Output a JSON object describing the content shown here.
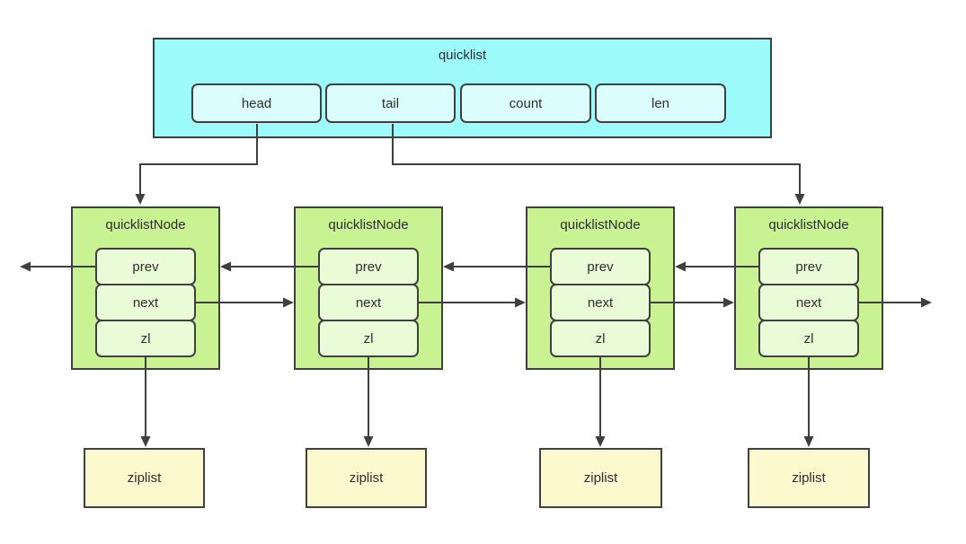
{
  "quicklist": {
    "title": "quicklist",
    "fields": [
      "head",
      "tail",
      "count",
      "len"
    ]
  },
  "nodes": [
    {
      "title": "quicklistNode",
      "fields": [
        "prev",
        "next",
        "zl"
      ]
    },
    {
      "title": "quicklistNode",
      "fields": [
        "prev",
        "next",
        "zl"
      ]
    },
    {
      "title": "quicklistNode",
      "fields": [
        "prev",
        "next",
        "zl"
      ]
    },
    {
      "title": "quicklistNode",
      "fields": [
        "prev",
        "next",
        "zl"
      ]
    }
  ],
  "ziplists": [
    "ziplist",
    "ziplist",
    "ziplist",
    "ziplist"
  ],
  "edges": [
    {
      "from": "quicklist.head",
      "to": "node1",
      "direction": "down"
    },
    {
      "from": "quicklist.tail",
      "to": "node4",
      "direction": "down"
    },
    {
      "from": "node1.prev",
      "to": "null-left",
      "direction": "left"
    },
    {
      "from": "node2.prev",
      "to": "node1",
      "direction": "left"
    },
    {
      "from": "node3.prev",
      "to": "node2",
      "direction": "left"
    },
    {
      "from": "node4.prev",
      "to": "node3",
      "direction": "left"
    },
    {
      "from": "node1.next",
      "to": "node2",
      "direction": "right"
    },
    {
      "from": "node2.next",
      "to": "node3",
      "direction": "right"
    },
    {
      "from": "node3.next",
      "to": "node4",
      "direction": "right"
    },
    {
      "from": "node4.next",
      "to": "null-right",
      "direction": "right"
    },
    {
      "from": "node1.zl",
      "to": "ziplist1",
      "direction": "down"
    },
    {
      "from": "node2.zl",
      "to": "ziplist2",
      "direction": "down"
    },
    {
      "from": "node3.zl",
      "to": "ziplist3",
      "direction": "down"
    },
    {
      "from": "node4.zl",
      "to": "ziplist4",
      "direction": "down"
    }
  ],
  "colors": {
    "quicklist_fill": "#9efbfb",
    "quicklist_field_fill": "#dcfdfd",
    "node_fill": "#c9f293",
    "node_field_fill": "#eafbd8",
    "ziplist_fill": "#fbf9cd",
    "border": "#404040",
    "arrow": "#3f3f3f",
    "background": "#ffffff"
  }
}
